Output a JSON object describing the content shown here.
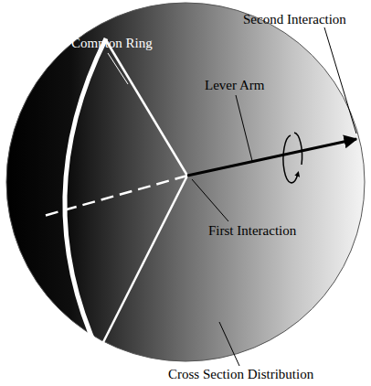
{
  "diagram": {
    "labels": [
      "Compton Ring",
      "Second Interaction",
      "Lever Arm",
      "First Interaction",
      "Cross Section Distribution"
    ]
  }
}
